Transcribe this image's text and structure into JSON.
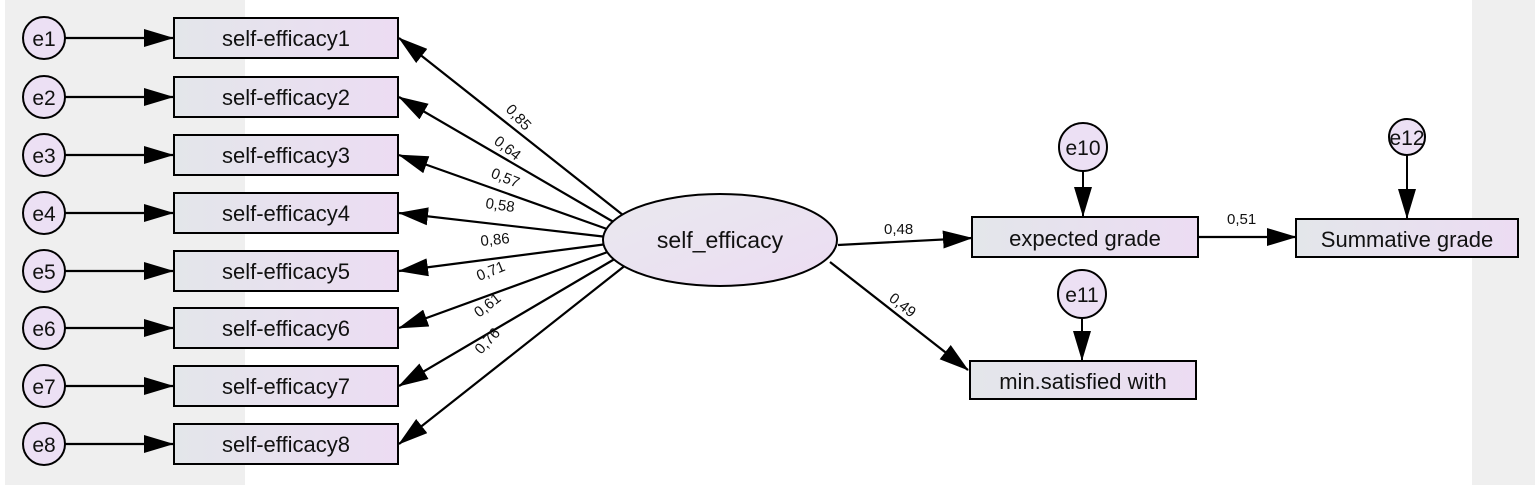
{
  "latent": {
    "label": "self_efficacy"
  },
  "indicators": [
    {
      "error": "e1",
      "label": "self-efficacy1",
      "loading": "0,85"
    },
    {
      "error": "e2",
      "label": "self-efficacy2",
      "loading": "0,64"
    },
    {
      "error": "e3",
      "label": "self-efficacy3",
      "loading": "0,57"
    },
    {
      "error": "e4",
      "label": "self-efficacy4",
      "loading": "0,58"
    },
    {
      "error": "e5",
      "label": "self-efficacy5",
      "loading": "0,86"
    },
    {
      "error": "e6",
      "label": "self-efficacy6",
      "loading": "0,71"
    },
    {
      "error": "e7",
      "label": "self-efficacy7",
      "loading": "0,61"
    },
    {
      "error": "e8",
      "label": "self-efficacy8",
      "loading": "0,76"
    }
  ],
  "outcomes": {
    "expected": {
      "label": "expected grade",
      "error": "e10",
      "path": "0,48"
    },
    "satisfied": {
      "label": "min.satisfied with",
      "error": "e11",
      "path": "0,49"
    },
    "summative": {
      "label": "Summative grade",
      "error": "e12",
      "path": "0,51"
    }
  },
  "colors": {
    "box_fill_left": "#e3e6ea",
    "box_fill_right": "#ecdcf3",
    "ellipse_fill": "#ebe3f3",
    "error_fill": "#ece0f4",
    "line": "#000000",
    "side_panel": "#efefef"
  }
}
